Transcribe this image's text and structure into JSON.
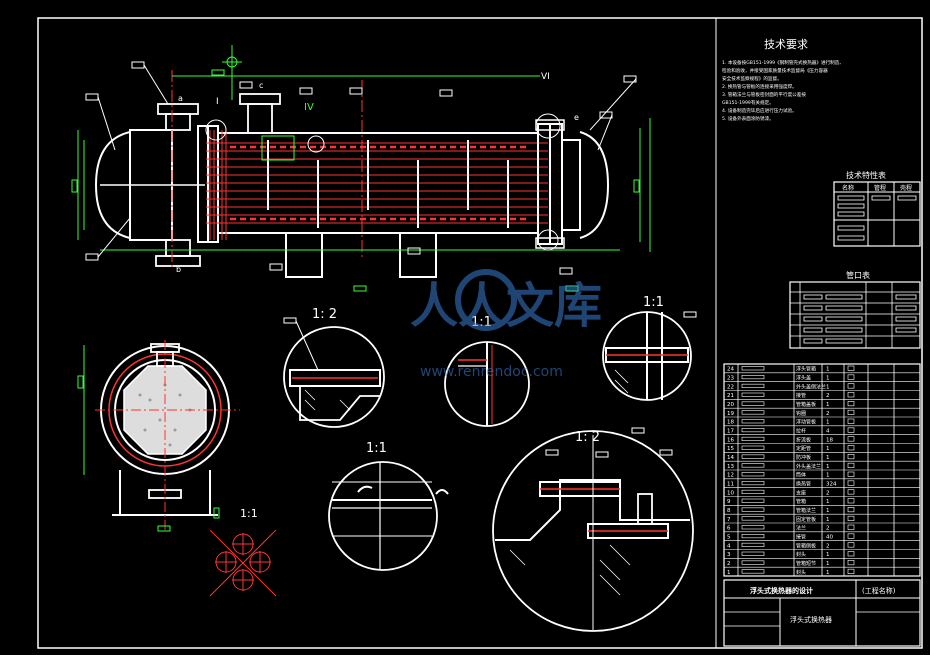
{
  "drawing": {
    "tech_requirements_title": "技术要求",
    "tech_requirements_lines": [
      "1. 本设备按GB151-1999《钢制管壳式换热器》进行制造、",
      "   检验和验收，并接受国家质量技术监督局《压力容器",
      "   安全技术监察规程》的监督。",
      "2. 换热管与管板的连接采用强度焊。",
      "3. 管箱法兰与管板密封面的平行度公差按",
      "   GB151-1999有关规定。",
      "4. 设备制造完毕后应进行压力试验。",
      "5. 设备外表面涂防锈漆。"
    ],
    "tech_characteristics_title": "技术特性表",
    "tech_characteristics_headers": [
      "名称",
      "管程",
      "壳程"
    ],
    "nozzle_table_title": "管口表",
    "scale_labels": {
      "detail_right_top": "1:1",
      "detail_left_mid": "1: 2",
      "detail_center": "1:1",
      "detail_lower_center": "1:1",
      "detail_lower_right": "1: 2",
      "bolt_pattern": "1:1"
    },
    "view_labels": {
      "section_I": "I",
      "section_IV": "IV",
      "section_VI": "VI",
      "nozzle_a": "a",
      "nozzle_b": "b",
      "nozzle_c": "c",
      "nozzle_e": "e"
    },
    "parts_list_numbers": [
      "24",
      "23",
      "22",
      "21",
      "20",
      "19",
      "18",
      "17",
      "16",
      "15",
      "14",
      "13",
      "12",
      "11",
      "10",
      "9",
      "8",
      "7",
      "6",
      "5",
      "4",
      "3",
      "2",
      "1"
    ],
    "parts_list_names": [
      "浮头管箱",
      "浮头盖",
      "外头盖侧法兰",
      "接管",
      "管箱盖板",
      "钩圈",
      "浮动管板",
      "拉杆",
      "折流板",
      "定距管",
      "防冲板",
      "外头盖法兰",
      "筒体",
      "换热管",
      "支座",
      "管箱",
      "管箱法兰",
      "固定管板",
      "法兰",
      "接管",
      "管箱侧板",
      "封头",
      "管箱短节",
      "封头"
    ],
    "parts_list_qty": [
      "1",
      "1",
      "1",
      "2",
      "1",
      "2",
      "1",
      "4",
      "18",
      "1",
      "1",
      "1",
      "1",
      "324",
      "2",
      "1",
      "1",
      "1",
      "2",
      "40",
      "2",
      "1",
      "1",
      "1"
    ],
    "title_block_name": "浮头式换热器的设计",
    "title_block_drawing": "浮头式换热器",
    "title_block_project": "(工程名称)"
  },
  "watermark": {
    "text": "人人文库",
    "subtext": "www.renrendoc.com"
  }
}
